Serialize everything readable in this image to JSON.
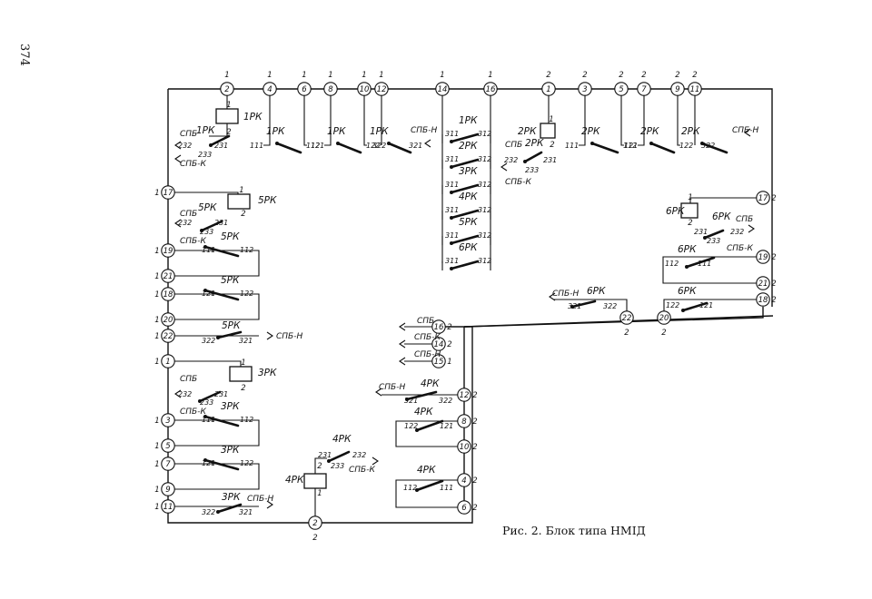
{
  "page_number": "374",
  "caption": "Рис. 2. Блок типа НМІД",
  "nodes": [
    {
      "id": "t-2",
      "label": "2",
      "group": "1"
    },
    {
      "id": "t-4",
      "label": "4",
      "group": "1"
    },
    {
      "id": "t-6",
      "label": "6",
      "group": "1"
    },
    {
      "id": "t-8",
      "label": "8",
      "group": "1"
    },
    {
      "id": "t-10",
      "label": "10",
      "group": "1"
    },
    {
      "id": "t-12",
      "label": "12",
      "group": "1"
    },
    {
      "id": "t-14",
      "label": "14",
      "group": "1"
    },
    {
      "id": "t-16",
      "label": "16",
      "group": "1"
    },
    {
      "id": "t-1b",
      "label": "1",
      "group": "2"
    },
    {
      "id": "t-3b",
      "label": "3",
      "group": "2"
    },
    {
      "id": "t-5b",
      "label": "5",
      "group": "2"
    },
    {
      "id": "t-7b",
      "label": "7",
      "group": "2"
    },
    {
      "id": "t-9b",
      "label": "9",
      "group": "2"
    },
    {
      "id": "t-11b",
      "label": "11",
      "group": "2"
    },
    {
      "id": "l-17",
      "label": "17",
      "group": "1"
    },
    {
      "id": "l-19",
      "label": "19",
      "group": "1"
    },
    {
      "id": "l-21",
      "label": "21",
      "group": "1"
    },
    {
      "id": "l-18",
      "label": "18",
      "group": "1"
    },
    {
      "id": "l-20",
      "label": "20",
      "group": "1"
    },
    {
      "id": "l-22",
      "label": "22",
      "group": "1"
    },
    {
      "id": "l-1",
      "label": "1",
      "group": "1"
    },
    {
      "id": "l-3",
      "label": "3",
      "group": "1"
    },
    {
      "id": "l-5",
      "label": "5",
      "group": "1"
    },
    {
      "id": "l-7",
      "label": "7",
      "group": "1"
    },
    {
      "id": "l-9",
      "label": "9",
      "group": "1"
    },
    {
      "id": "l-11",
      "label": "11",
      "group": "1"
    },
    {
      "id": "bot-2",
      "label": "2",
      "group": "2"
    },
    {
      "id": "r-17",
      "label": "17",
      "group": "2"
    },
    {
      "id": "r-19",
      "label": "19",
      "group": "2"
    },
    {
      "id": "r-21",
      "label": "21",
      "group": "2"
    },
    {
      "id": "r-18",
      "label": "18",
      "group": "2"
    },
    {
      "id": "m-22",
      "label": "22",
      "group": "2"
    },
    {
      "id": "m-20",
      "label": "20",
      "group": "2"
    },
    {
      "id": "c-16",
      "label": "16",
      "group": "2"
    },
    {
      "id": "c-14",
      "label": "14",
      "group": "2"
    },
    {
      "id": "c-15",
      "label": "15",
      "group": "1"
    },
    {
      "id": "c-12",
      "label": "12",
      "group": "2"
    },
    {
      "id": "c-8",
      "label": "8",
      "group": "2"
    },
    {
      "id": "c-10",
      "label": "10",
      "group": "2"
    },
    {
      "id": "c-4",
      "label": "4",
      "group": "2"
    },
    {
      "id": "c-6",
      "label": "6",
      "group": "2"
    }
  ],
  "labels": {
    "rk1": "1РК",
    "rk2": "2РК",
    "rk3": "3РК",
    "rk4": "4РК",
    "rk5": "5РК",
    "rk6": "6РК",
    "c111": "111",
    "c112": "112",
    "c121": "121",
    "c122": "122",
    "c231": "231",
    "c232": "232",
    "c233": "233",
    "c311": "311",
    "c312": "312",
    "c321": "321",
    "c322": "322",
    "spb": "СПБ",
    "spbk": "СПБ-К",
    "spbn": "СПБ-Н",
    "one": "1",
    "two": "2"
  }
}
